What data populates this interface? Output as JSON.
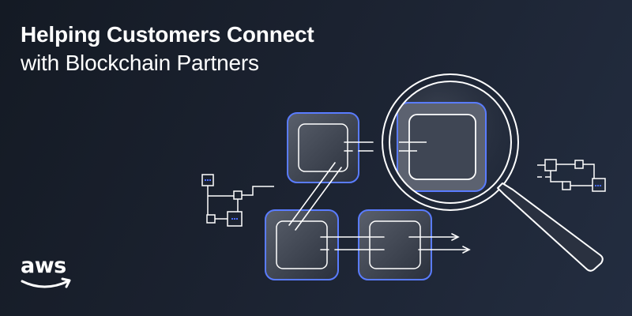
{
  "banner": {
    "title_line1": "Helping Customers Connect",
    "title_line2": "with Blockchain Partners"
  },
  "logo": {
    "text": "aws",
    "smile_color": "#ffffff"
  },
  "illustration": {
    "icon": "blockchain-magnifier-illustration",
    "block_outline_color": "#5a7cff",
    "line_color": "#ffffff",
    "dot_color": "#4a6cff"
  }
}
